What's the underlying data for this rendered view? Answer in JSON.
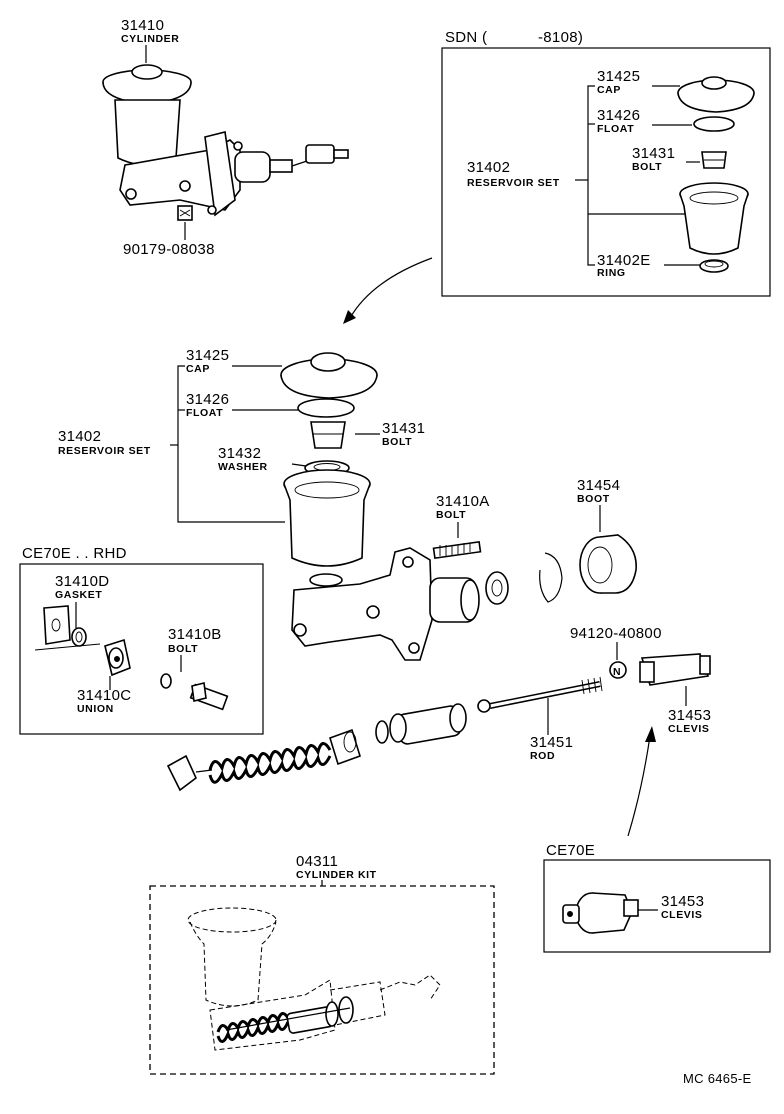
{
  "headers": {
    "sdn": "SDN (",
    "sdn_range": "-8108)",
    "ce70e_rhd": "CE70E . . RHD",
    "ce70e": "CE70E",
    "code": "MC 6465-E"
  },
  "parts": {
    "top_cylinder": {
      "number": "31410",
      "name": "CYLINDER"
    },
    "top_bolt": {
      "number": "90179-08038"
    },
    "sdn_cap": {
      "number": "31425",
      "name": "CAP"
    },
    "sdn_float": {
      "number": "31426",
      "name": "FLOAT"
    },
    "sdn_bolt": {
      "number": "31431",
      "name": "BOLT"
    },
    "sdn_reservoir": {
      "number": "31402",
      "name": "RESERVOIR SET"
    },
    "sdn_ring": {
      "number": "31402E",
      "name": "RING"
    },
    "cap": {
      "number": "31425",
      "name": "CAP"
    },
    "float": {
      "number": "31426",
      "name": "FLOAT"
    },
    "reservoir": {
      "number": "31402",
      "name": "RESERVOIR SET"
    },
    "bolt": {
      "number": "31431",
      "name": "BOLT"
    },
    "washer": {
      "number": "31432",
      "name": "WASHER"
    },
    "bolt_a": {
      "number": "31410A",
      "name": "BOLT"
    },
    "boot": {
      "number": "31454",
      "name": "BOOT"
    },
    "gasket": {
      "number": "31410D",
      "name": "GASKET"
    },
    "bolt_b": {
      "number": "31410B",
      "name": "BOLT"
    },
    "union": {
      "number": "31410C",
      "name": "UNION"
    },
    "nut": {
      "number": "94120-40800"
    },
    "clevis": {
      "number": "31453",
      "name": "CLEVIS"
    },
    "rod": {
      "number": "31451",
      "name": "ROD"
    },
    "kit": {
      "number": "04311",
      "name": "CYLINDER KIT"
    },
    "clevis2": {
      "number": "31453",
      "name": "CLEVIS"
    }
  },
  "symbols": {
    "nut_letter": "N"
  }
}
